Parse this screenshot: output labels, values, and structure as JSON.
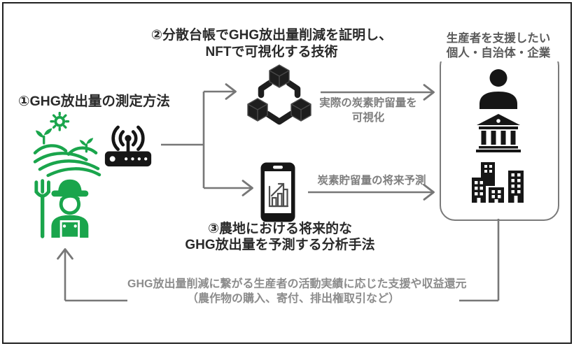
{
  "diagram": {
    "step1": {
      "label": "①GHG放出量の測定方法"
    },
    "step2": {
      "line1": "②分散台帳でGHG放出量削減を証明し、",
      "line2": "NFTで可視化する技術"
    },
    "step3": {
      "line1": "③農地における将来的な",
      "line2": "GHG放出量を予測する分析手法"
    },
    "supporters_box": {
      "title_line1": "生産者を支援したい",
      "title_line2": "個人・自治体・企業",
      "icons": [
        "person-icon",
        "bank-icon",
        "buildings-icon"
      ]
    },
    "flows": {
      "actual_label_line1": "実際の炭素貯留量を",
      "actual_label_line2": "可視化",
      "forecast_label": "炭素貯留量の将来予測",
      "feedback_line1": "GHG放出量削減に繋がる生産者の活動実績に応じた支援や収益還元",
      "feedback_line2": "（農作物の購入、寄付、排出権取引など）"
    },
    "left_icons": [
      "farm-field-icon",
      "wifi-router-icon",
      "farmer-icon"
    ],
    "middle_icons": [
      "blockchain-icon",
      "smartphone-chart-icon"
    ],
    "colors": {
      "green": "#1aa54c",
      "icon_black": "#161616",
      "line_gray": "#777777",
      "label_gray": "#7e7e7e",
      "title_gray": "#5a5a5a",
      "text_black": "#2a2a2a",
      "feedback_gray": "#8c8c8c",
      "box_border_gray": "#7a7a7a"
    }
  }
}
